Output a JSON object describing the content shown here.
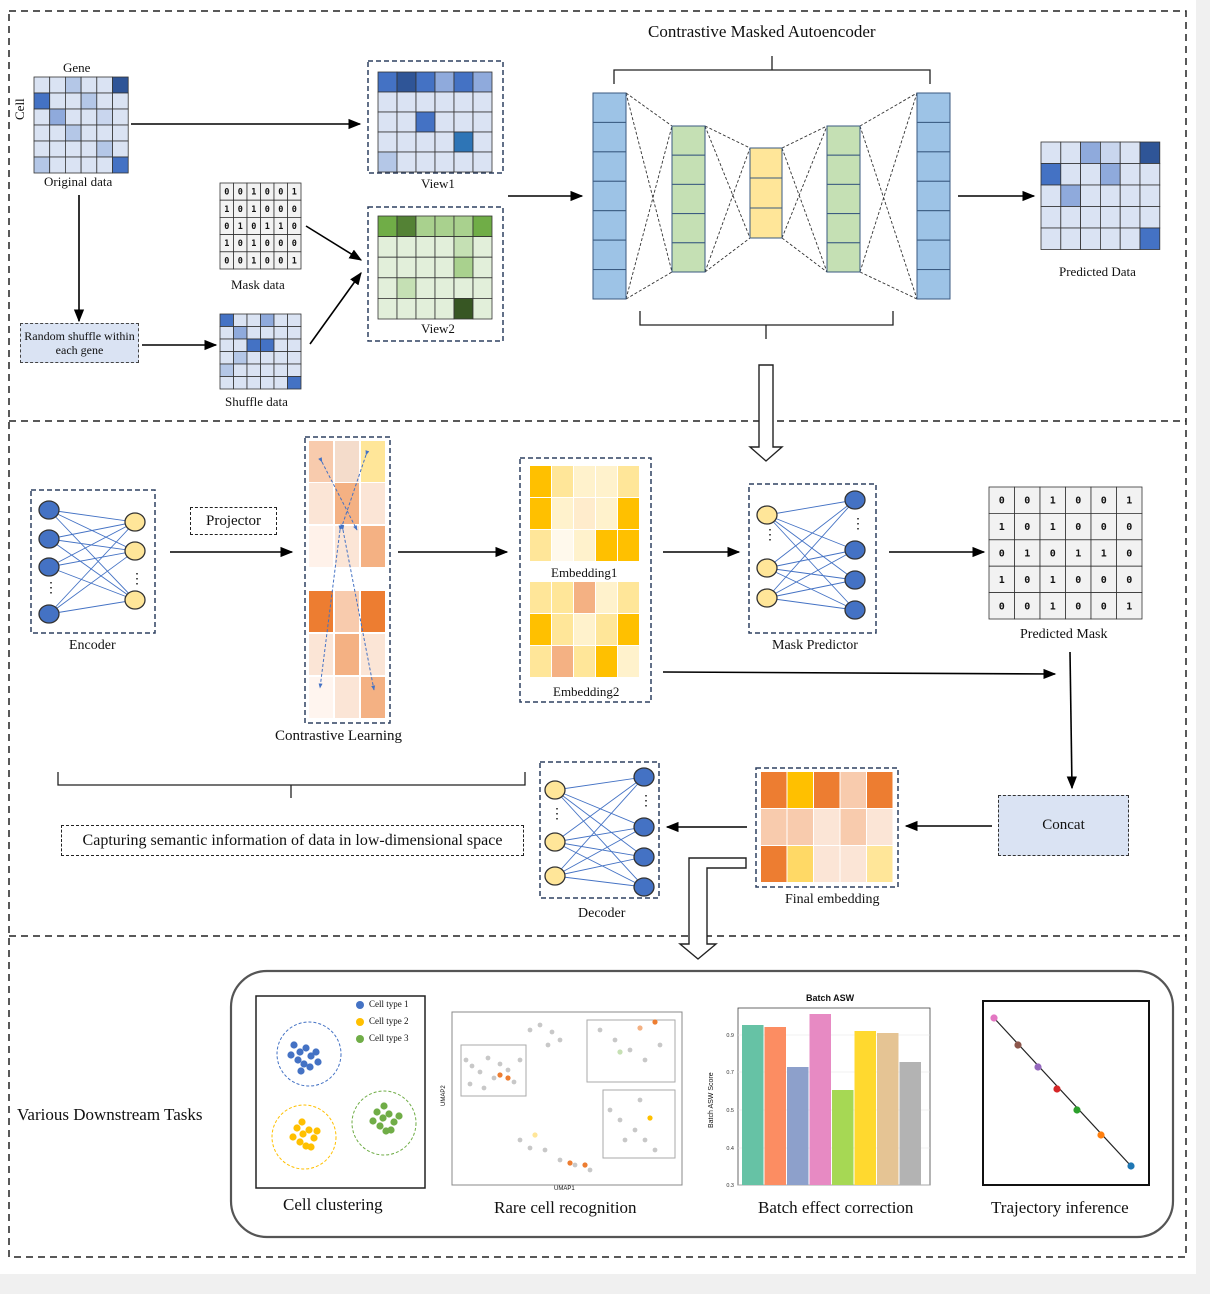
{
  "section1": {
    "title": "Contrastive Masked Autoencoder",
    "gene_label": "Gene",
    "cell_label": "Cell",
    "original_label": "Original data",
    "mask_label": "Mask data",
    "shuffle_label": "Shuffle data",
    "shuffle_op": "Random shuffle within each gene",
    "view1_label": "View1",
    "view2_label": "View2",
    "predicted_label": "Predicted Data",
    "mask_matrix": [
      [
        "0",
        "0",
        "1",
        "0",
        "0",
        "1"
      ],
      [
        "1",
        "0",
        "1",
        "0",
        "0",
        "0"
      ],
      [
        "0",
        "1",
        "0",
        "1",
        "1",
        "0"
      ],
      [
        "1",
        "0",
        "1",
        "0",
        "0",
        "0"
      ],
      [
        "0",
        "0",
        "1",
        "0",
        "0",
        "1"
      ]
    ]
  },
  "section2": {
    "encoder_label": "Encoder",
    "projector_label": "Projector",
    "contrastive_label": "Contrastive Learning",
    "embedding1_label": "Embedding1",
    "embedding2_label": "Embedding2",
    "mask_predictor_label": "Mask Predictor",
    "predicted_mask_label": "Predicted Mask",
    "concat_label": "Concat",
    "final_embedding_label": "Final embedding",
    "decoder_label": "Decoder",
    "semantic_label": "Capturing semantic information of data in low-dimensional space",
    "ellipsis": "⋮",
    "predicted_mask_matrix": [
      [
        "0",
        "0",
        "1",
        "0",
        "0",
        "1"
      ],
      [
        "1",
        "0",
        "1",
        "0",
        "0",
        "0"
      ],
      [
        "0",
        "1",
        "0",
        "1",
        "1",
        "0"
      ],
      [
        "1",
        "0",
        "1",
        "0",
        "0",
        "0"
      ],
      [
        "0",
        "0",
        "1",
        "0",
        "0",
        "1"
      ]
    ]
  },
  "section3": {
    "title": "Various Downstream Tasks",
    "tasks": [
      "Cell clustering",
      "Rare cell recognition",
      "Batch effect correction",
      "Trajectory inference"
    ],
    "legend": [
      "Cell type 1",
      "Cell type 2",
      "Cell type 3"
    ],
    "umap_xlabel": "UMAP1",
    "umap_ylabel": "UMAP2"
  },
  "colors": {
    "blue_dark": "#3f6fc0",
    "blue_light": "#9dc3e6",
    "green_node": "#70ad47",
    "yellow_node": "#ffe699",
    "orange": "#ed7d31",
    "gold": "#ffc000",
    "concat_fill": "#dae3f3"
  },
  "chart_data": {
    "type": "bar",
    "title": "Batch ASW",
    "ylabel": "Batch ASW Score",
    "ylim": [
      0.3,
      0.95
    ],
    "yticks": [
      "0.3",
      "0.4",
      "0.5",
      "0.7",
      "0.9"
    ],
    "values": [
      0.88,
      0.87,
      0.72,
      0.91,
      0.62,
      0.86,
      0.85,
      0.73
    ],
    "colors": [
      "#66c2a5",
      "#fc8d62",
      "#8da0cb",
      "#e78ac3",
      "#a6d854",
      "#ffd92f",
      "#e5c494",
      "#b3b3b3"
    ]
  }
}
